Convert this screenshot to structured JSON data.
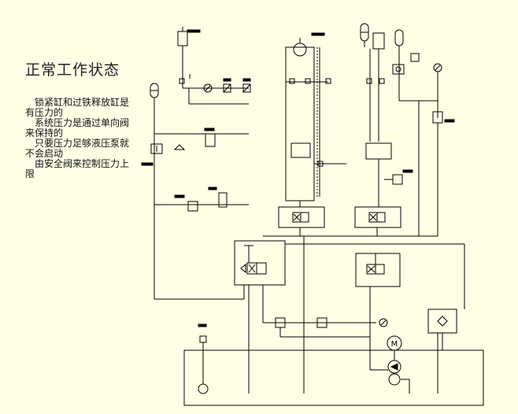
{
  "page": {
    "title": "正常工作状态",
    "description": [
      "锁紧缸和过铁释放缸是有压力的",
      "系统压力是通过单向阀来保持的",
      "只要压力足够液压泵就不会启动",
      "由安全阀来控制压力上限"
    ]
  },
  "symbols": {
    "motor_label": "M",
    "line_color": "#000000",
    "background": "#ffffe6"
  }
}
